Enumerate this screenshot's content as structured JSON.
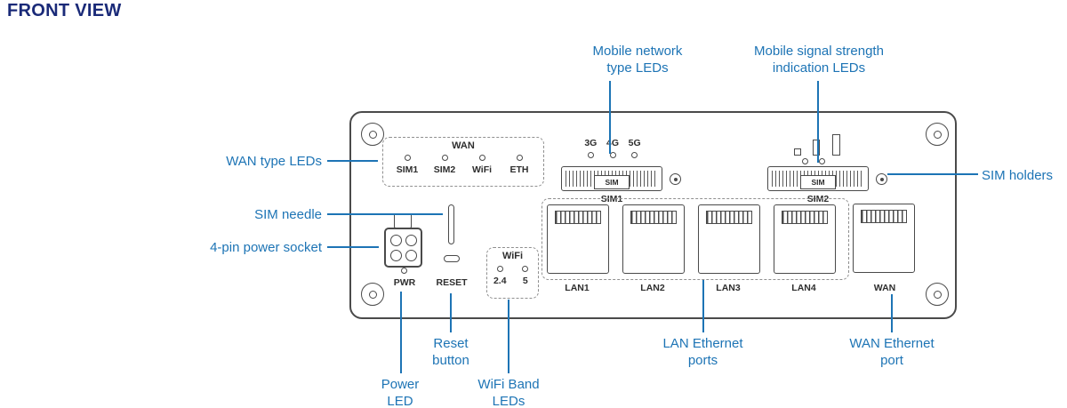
{
  "title": "FRONT VIEW",
  "callouts": {
    "wan_type_leds": "WAN type LEDs",
    "mobile_network_type_leds": "Mobile network\ntype LEDs",
    "mobile_signal_strength_leds": "Mobile signal strength\nindication LEDs",
    "sim_holders": "SIM holders",
    "sim_needle": "SIM needle",
    "power_socket": "4-pin power socket",
    "reset_button": "Reset\nbutton",
    "power_led": "Power\nLED",
    "wifi_band_leds": "WiFi Band\nLEDs",
    "lan_ethernet_ports": "LAN Ethernet\nports",
    "wan_ethernet_port": "WAN Ethernet\nport"
  },
  "panel": {
    "wan_group": {
      "title": "WAN",
      "leds": [
        "SIM1",
        "SIM2",
        "WiFi",
        "ETH"
      ]
    },
    "network_type_leds": [
      "3G",
      "4G",
      "5G"
    ],
    "sim_slots": [
      {
        "chip": "SIM",
        "caption": "SIM1"
      },
      {
        "chip": "SIM",
        "caption": "SIM2"
      }
    ],
    "power_led_label": "PWR",
    "reset_label": "RESET",
    "wifi_group": {
      "title": "WiFi",
      "bands": [
        "2.4",
        "5"
      ]
    },
    "port_labels": [
      "LAN1",
      "LAN2",
      "LAN3",
      "LAN4",
      "WAN"
    ]
  },
  "colors": {
    "callout_blue": "#1d74b5",
    "title_navy": "#1a2a78",
    "outline_gray": "#4a4a4a"
  }
}
